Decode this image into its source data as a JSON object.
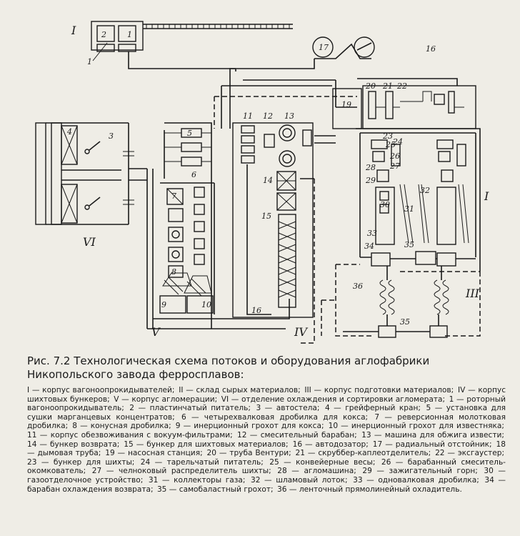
{
  "figure": {
    "section_labels": [
      "I",
      "VI",
      "V",
      "IV",
      "I",
      "III"
    ],
    "number_labels": [
      "2",
      "1",
      "17",
      "16",
      "3",
      "4",
      "5",
      "6",
      "7",
      "8",
      "9",
      "10",
      "11",
      "12",
      "13",
      "14",
      "15",
      "16",
      "19",
      "20",
      "21",
      "22",
      "23",
      "24",
      "25",
      "26",
      "27",
      "28",
      "29",
      "30",
      "31",
      "32",
      "33",
      "34",
      "35",
      "36",
      "1",
      "35"
    ]
  },
  "caption": {
    "title": "Рис. 7.2 Технологическая схема потоков и оборудования аглофабрики Никопольского завода ферросплавов:",
    "legend": [
      "I — корпус вагоноопрокидывателей;",
      "II — склад сырых материалов;",
      "III — корпус подготовки материалов;",
      "IV — корпус шихтовых бункеров;",
      "V — корпус агломерации;",
      "VI — отделение охлаждения и сортировки агломерата;",
      "1 — роторный вагоноопрокидыватель;",
      "2 — пластинчатый питатель;",
      "3 — автостела;",
      "4 — грейферный кран;",
      "5 — установка для сушки марганцевых концентратов;",
      "6 — четырехвалковая дробилка для кокса;",
      "7 — реверсионная молотковая дробилка;",
      "8 — конусная дробилка;",
      "9 — инерционный грохот для кокса;",
      "10 — инерционный грохот для известняка;",
      "11 — корпус обезвоживания с вокуум-фильтрами;",
      "12 — смесительный барабан;",
      "13 — машина для обжига извести;",
      "14 — бункер возврата;",
      "15 — бункер для шихтовых материалов;",
      "16 — автодозатор;",
      "17 — радиальный отстойник;",
      "18 — дымовая труба;",
      "19 — насосная станция;",
      "20 — труба Вентури;",
      "21 — скруббер-каплеотделитель;",
      "22 — эксгаустер;",
      "23 — бункер для шихты;",
      "24 — тарельчатый питатель;",
      "25 — конвейерные весы;",
      "26 — барабанный смеситель-окомкователь;",
      "27 — челноковый распределитель шихты;",
      "28 — агломашина;",
      "29 — зажигательный горн;",
      "30 — газоотделочное устройство;",
      "31 — коллекторы газа;",
      "32 — шламовый лоток;",
      "33 — одновалковая дробилка;",
      "34 — барабан охлаждения возврата;",
      "35 — самобаластный грохот;",
      "36 — ленточный прямолинейный охладитель."
    ]
  }
}
